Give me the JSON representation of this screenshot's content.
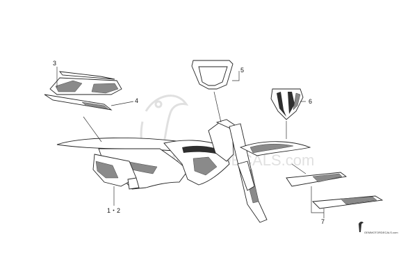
{
  "callouts": {
    "c3": "3",
    "c4": "4",
    "c5": "5",
    "c6": "6",
    "c7": "7",
    "c12": "1・2"
  },
  "watermark": {
    "text": "OEMMOTORDECALS.com"
  },
  "credit": {
    "text": "OEMMOTORDECALS.com"
  },
  "colors": {
    "line": "#222222",
    "shade": "#8a8a8a",
    "watermark": "#c8c8c8"
  }
}
